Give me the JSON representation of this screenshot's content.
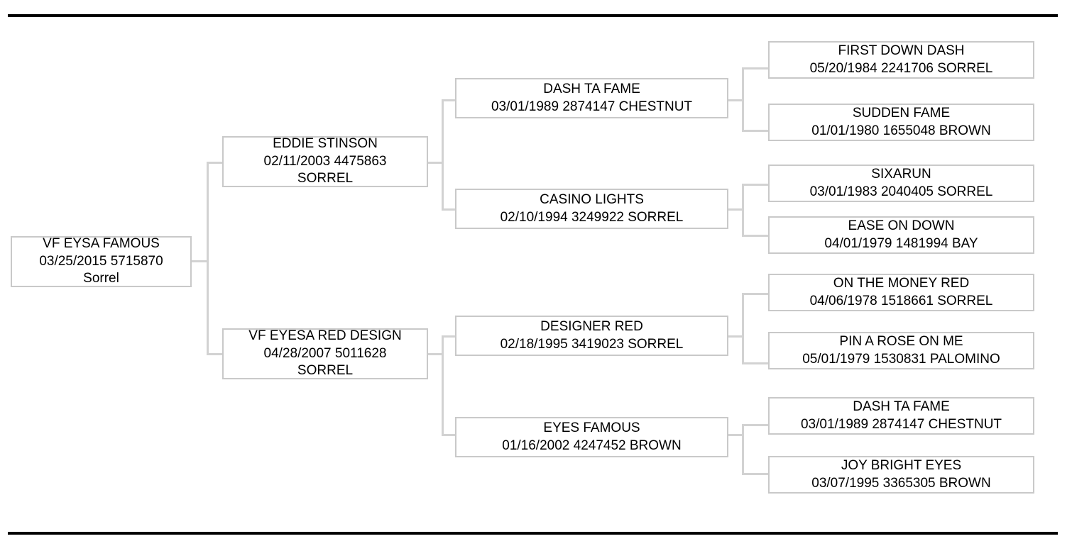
{
  "document": {
    "type": "pedigree-chart",
    "generations": 4,
    "rules": {
      "color": "#000000"
    },
    "box_border_color": "#c9c9c9",
    "connector_color": "#d2d2d2"
  },
  "nodes": {
    "root": {
      "name": "VF EYSA FAMOUS",
      "line2": "03/25/2015 5715870",
      "line3": "Sorrel",
      "date": "03/25/2015",
      "registration": "5715870",
      "color": "Sorrel"
    },
    "sire": {
      "name": "EDDIE STINSON",
      "line2": "02/11/2003 4475863",
      "line3": "SORREL",
      "date": "02/11/2003",
      "registration": "4475863",
      "color": "SORREL"
    },
    "dam": {
      "name": "VF EYESA RED DESIGN",
      "line2": "04/28/2007 5011628",
      "line3": "SORREL",
      "date": "04/28/2007",
      "registration": "5011628",
      "color": "SORREL"
    },
    "sire_sire": {
      "name": "DASH TA FAME",
      "line2": "03/01/1989 2874147 CHESTNUT",
      "date": "03/01/1989",
      "registration": "2874147",
      "color": "CHESTNUT"
    },
    "sire_dam": {
      "name": "CASINO LIGHTS",
      "line2": "02/10/1994 3249922 SORREL",
      "date": "02/10/1994",
      "registration": "3249922",
      "color": "SORREL"
    },
    "dam_sire": {
      "name": "DESIGNER RED",
      "line2": "02/18/1995 3419023 SORREL",
      "date": "02/18/1995",
      "registration": "3419023",
      "color": "SORREL"
    },
    "dam_dam": {
      "name": "EYES FAMOUS",
      "line2": "01/16/2002 4247452 BROWN",
      "date": "01/16/2002",
      "registration": "4247452",
      "color": "BROWN"
    },
    "ss_sire": {
      "name": "FIRST DOWN DASH",
      "line2": "05/20/1984 2241706 SORREL",
      "date": "05/20/1984",
      "registration": "2241706",
      "color": "SORREL"
    },
    "ss_dam": {
      "name": "SUDDEN FAME",
      "line2": "01/01/1980 1655048 BROWN",
      "date": "01/01/1980",
      "registration": "1655048",
      "color": "BROWN"
    },
    "sd_sire": {
      "name": "SIXARUN",
      "line2": "03/01/1983 2040405 SORREL",
      "date": "03/01/1983",
      "registration": "2040405",
      "color": "SORREL"
    },
    "sd_dam": {
      "name": "EASE ON DOWN",
      "line2": "04/01/1979 1481994 BAY",
      "date": "04/01/1979",
      "registration": "1481994",
      "color": "BAY"
    },
    "ds_sire": {
      "name": "ON THE MONEY RED",
      "line2": "04/06/1978 1518661 SORREL",
      "date": "04/06/1978",
      "registration": "1518661",
      "color": "SORREL"
    },
    "ds_dam": {
      "name": "PIN A ROSE ON ME",
      "line2": "05/01/1979 1530831 PALOMINO",
      "date": "05/01/1979",
      "registration": "1530831",
      "color": "PALOMINO"
    },
    "dd_sire": {
      "name": "DASH TA FAME",
      "line2": "03/01/1989 2874147 CHESTNUT",
      "date": "03/01/1989",
      "registration": "2874147",
      "color": "CHESTNUT"
    },
    "dd_dam": {
      "name": "JOY BRIGHT EYES",
      "line2": "03/07/1995 3365305 BROWN",
      "date": "03/07/1995",
      "registration": "3365305",
      "color": "BROWN"
    }
  }
}
